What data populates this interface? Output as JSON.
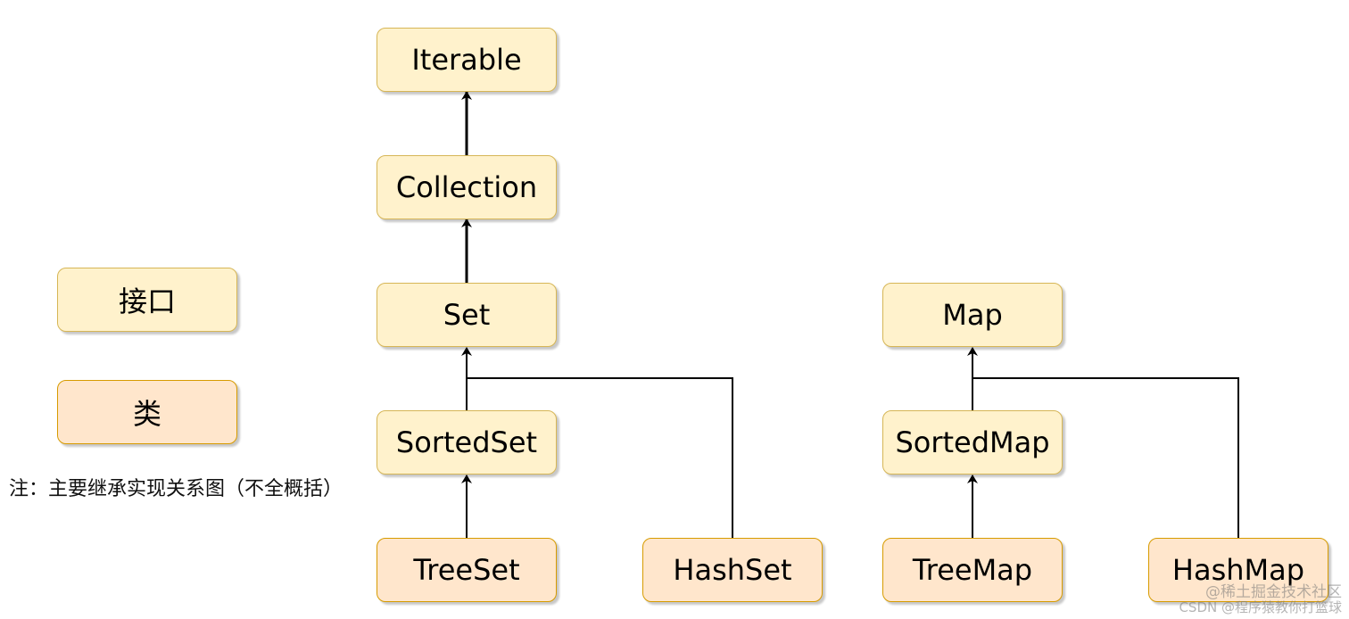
{
  "nodes": {
    "iterable": "Iterable",
    "collection": "Collection",
    "set": "Set",
    "sortedset": "SortedSet",
    "treeset": "TreeSet",
    "hashset": "HashSet",
    "map": "Map",
    "sortedmap": "SortedMap",
    "treemap": "TreeMap",
    "hashmap": "HashMap"
  },
  "legend": {
    "interface": "接口",
    "class": "类"
  },
  "note": "注：主要继承实现关系图（不全概括）",
  "watermark": {
    "line1": "@稀土掘金技术社区",
    "line2": "CSDN @程序猿教你打篮球"
  },
  "colors": {
    "interface_fill": "#fff2cc",
    "interface_border": "#d6b656",
    "class_fill": "#ffe6cc",
    "class_border": "#d79b00",
    "edge": "#000000"
  }
}
